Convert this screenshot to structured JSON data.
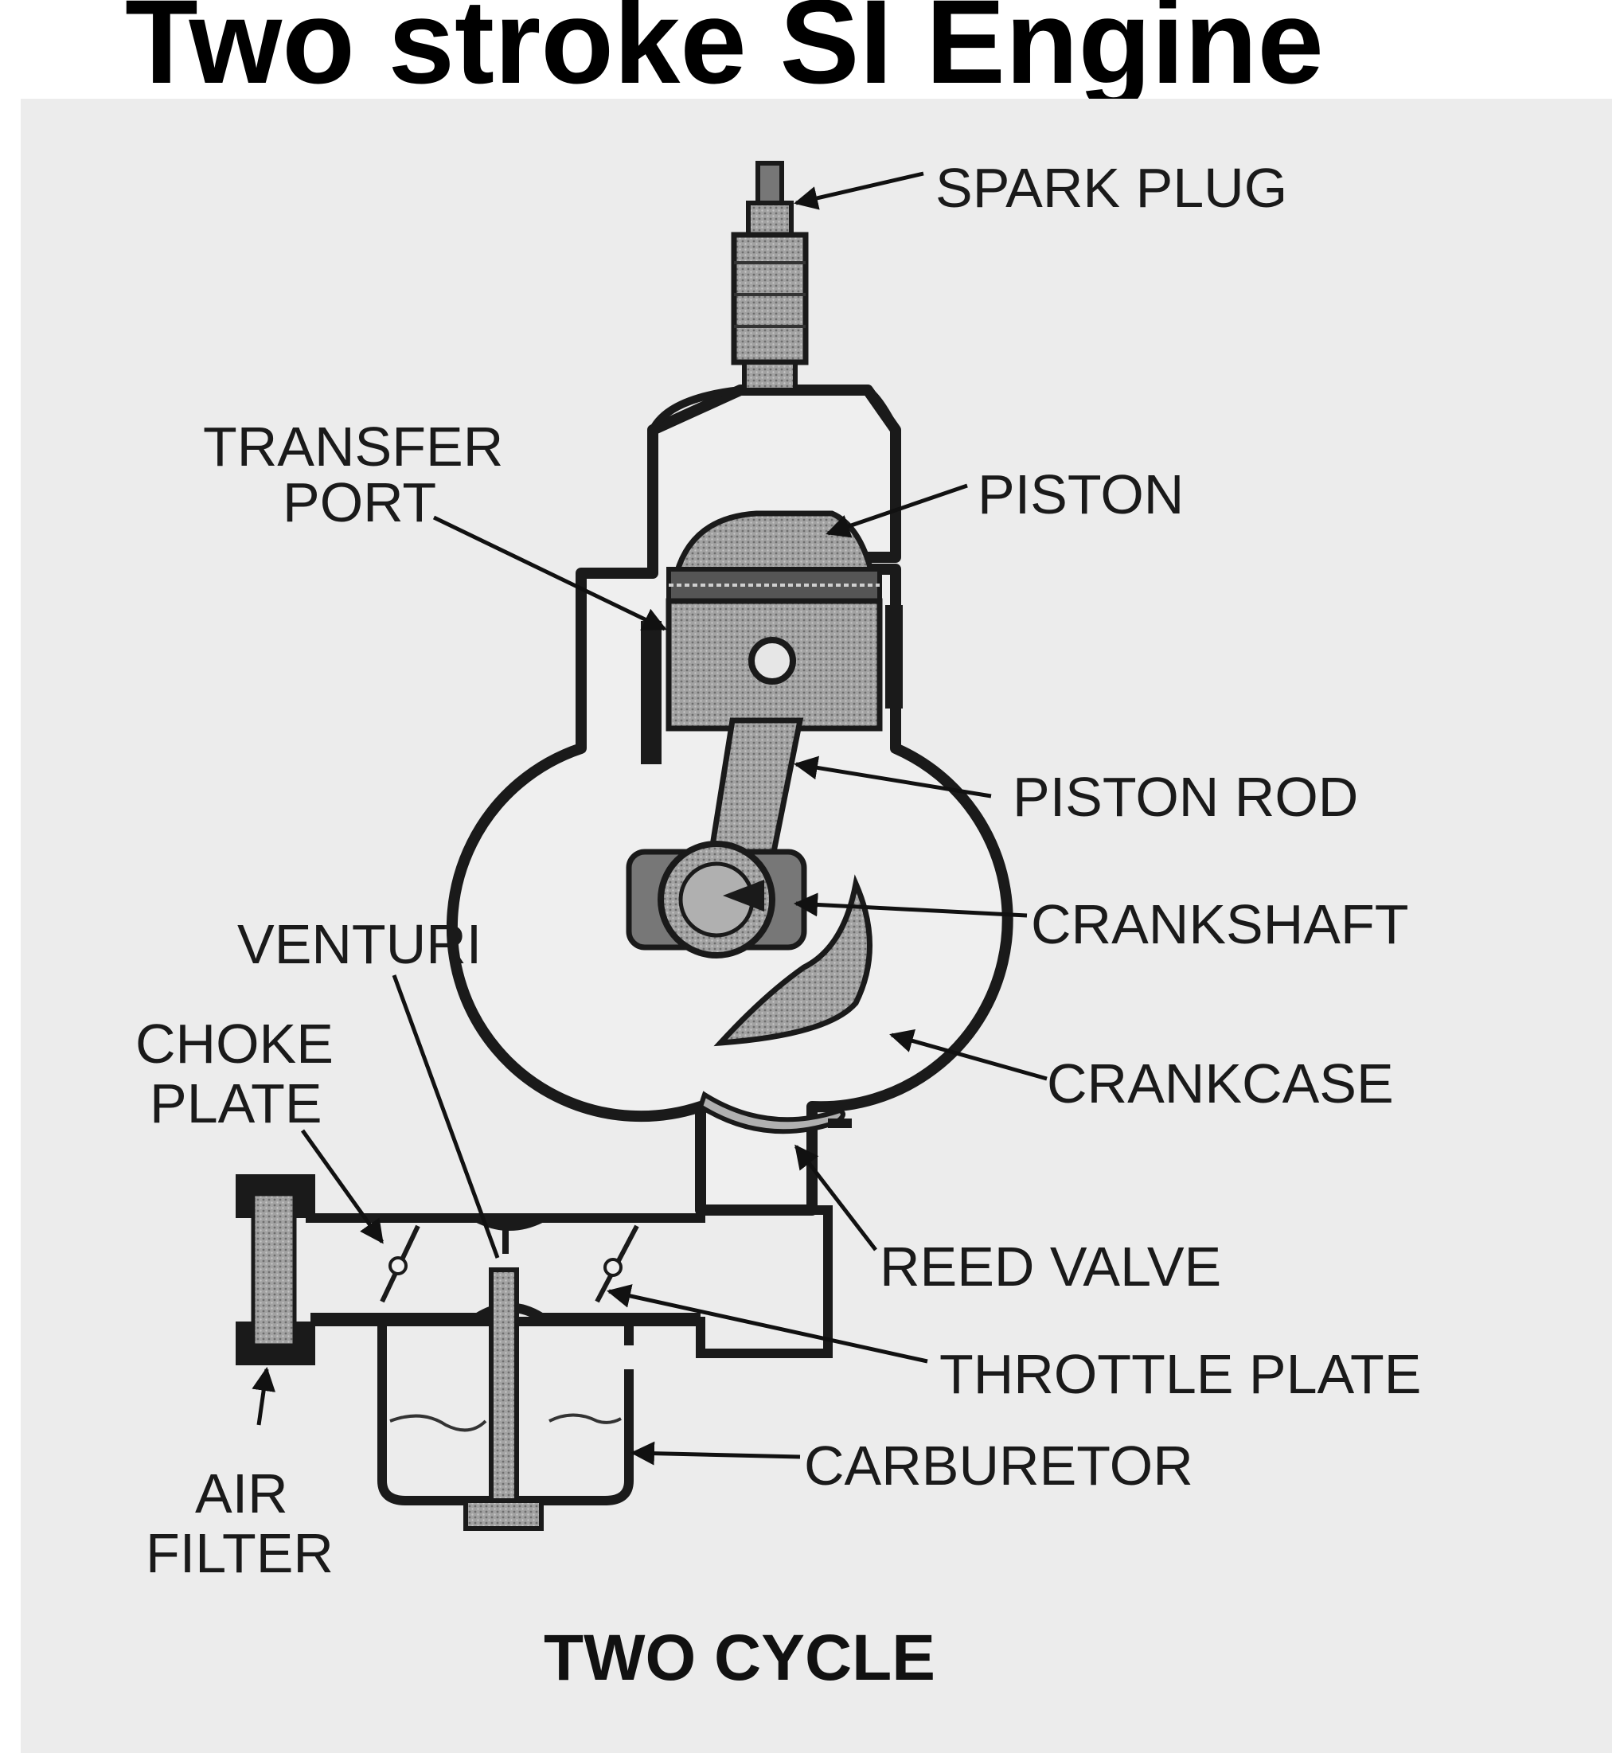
{
  "title": "Two stroke SI Engine",
  "labels": {
    "spark_plug": "SPARK PLUG",
    "transfer_port": [
      "TRANSFER",
      "PORT"
    ],
    "piston": "PISTON",
    "piston_rod": "PISTON ROD",
    "crankshaft": "CRANKSHAFT",
    "venturi": "VENTURI",
    "choke_plate": [
      "CHOKE",
      "PLATE"
    ],
    "crankcase": "CRANKCASE",
    "reed_valve": "REED  VALVE",
    "throttle_plate": "THROTTLE PLATE",
    "carburetor": "CARBURETOR",
    "air_filter": [
      "AIR",
      "FILTER"
    ]
  },
  "caption": "TWO CYCLE",
  "colors": {
    "background": "#ececec",
    "ink": "#1a1a1a",
    "component_fill": "#9a9a9a"
  }
}
